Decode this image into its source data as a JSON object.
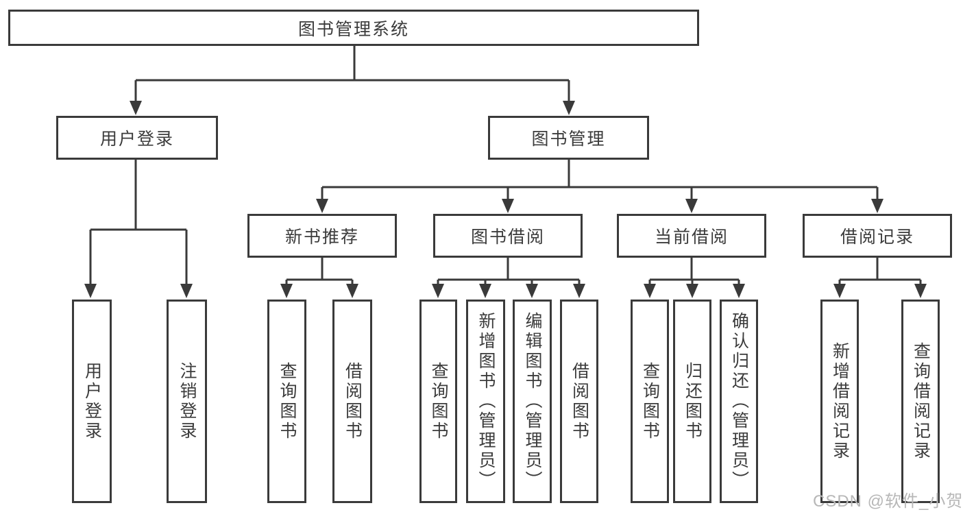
{
  "diagram": {
    "root": {
      "label": "图书管理系统"
    },
    "level2": [
      {
        "label": "用户登录"
      },
      {
        "label": "图书管理"
      }
    ],
    "level3": [
      {
        "label": "新书推荐"
      },
      {
        "label": "图书借阅"
      },
      {
        "label": "当前借阅"
      },
      {
        "label": "借阅记录"
      }
    ],
    "leaves": [
      {
        "label": "用户登录"
      },
      {
        "label": "注销登录"
      },
      {
        "label": "查询图书"
      },
      {
        "label": "借阅图书"
      },
      {
        "label": "查询图书"
      },
      {
        "label": "新增图书（管理员）"
      },
      {
        "label": "编辑图书（管理员）"
      },
      {
        "label": "借阅图书"
      },
      {
        "label": "查询图书"
      },
      {
        "label": "归还图书"
      },
      {
        "label": "确认归还（管理员）"
      },
      {
        "label": "新增借阅记录"
      },
      {
        "label": "查询借阅记录"
      }
    ],
    "watermark": "CSDN @软件_小贺同学",
    "colors": {
      "line": "#3a3a3a",
      "text": "#3b3b3b",
      "background": "#ffffff",
      "watermark": "#b7b7b7"
    }
  }
}
